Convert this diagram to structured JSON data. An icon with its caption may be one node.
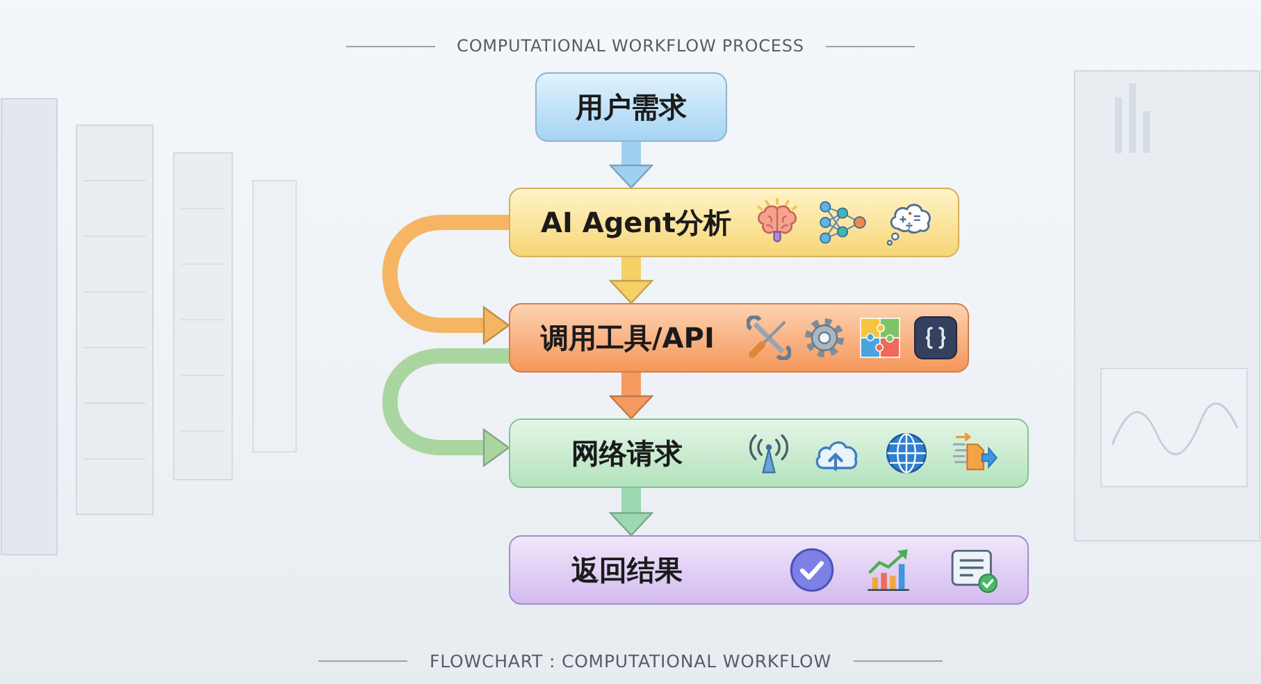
{
  "diagram": {
    "title": "COMPUTATIONAL WORKFLOW PROCESS",
    "caption": "FLOWCHART : COMPUTATIONAL WORKFLOW",
    "nodes": [
      {
        "text": [
          "用户需求"
        ]
      },
      {
        "text": [
          "AI Agent分析"
        ]
      },
      {
        "text": [
          "调用工具/API"
        ]
      },
      {
        "text": [
          "网络请求"
        ]
      },
      {
        "text": [
          "返回结果"
        ]
      }
    ],
    "edges": [
      {
        "from": 0,
        "to": 1,
        "arrow": "to",
        "color": "#9fd0f0"
      },
      {
        "from": 1,
        "to": 2,
        "arrow": "to",
        "color": "#f6cf66"
      },
      {
        "from": 2,
        "to": 3,
        "arrow": "to",
        "color": "#f59a60"
      },
      {
        "from": 3,
        "to": 4,
        "arrow": "to",
        "color": "#9cd8b0"
      },
      {
        "from": 1,
        "to": 2,
        "arrow": "to",
        "color": "#f5b562"
      },
      {
        "from": 2,
        "to": 3,
        "arrow": "to",
        "color": "#a9d6a0"
      }
    ]
  }
}
